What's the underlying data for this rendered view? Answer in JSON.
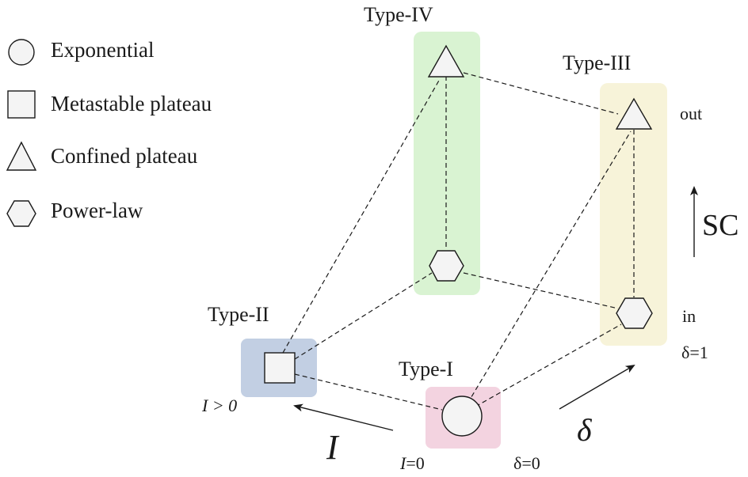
{
  "legend": [
    {
      "shape": "circle",
      "label": "Exponential"
    },
    {
      "shape": "square",
      "label": "Metastable plateau"
    },
    {
      "shape": "triangle",
      "label": "Confined plateau"
    },
    {
      "shape": "hexagon",
      "label": "Power-law"
    }
  ],
  "types": {
    "type1": "Type-I",
    "type2": "Type-II",
    "type3": "Type-III",
    "type4": "Type-IV"
  },
  "highlight_colors": {
    "type1": "#f3d3e0",
    "type2": "#c2cfe3",
    "type3": "#f7f3d9",
    "type4": "#d9f3d2"
  },
  "labels": {
    "out": "out",
    "in": "in",
    "sc": "SC",
    "delta_one": "δ=1",
    "delta_zero": "δ=0",
    "i_zero_var": "I",
    "i_zero_rest": "=0",
    "i_gt_zero": "I > 0",
    "i_axis": "I",
    "delta_axis": "δ"
  }
}
